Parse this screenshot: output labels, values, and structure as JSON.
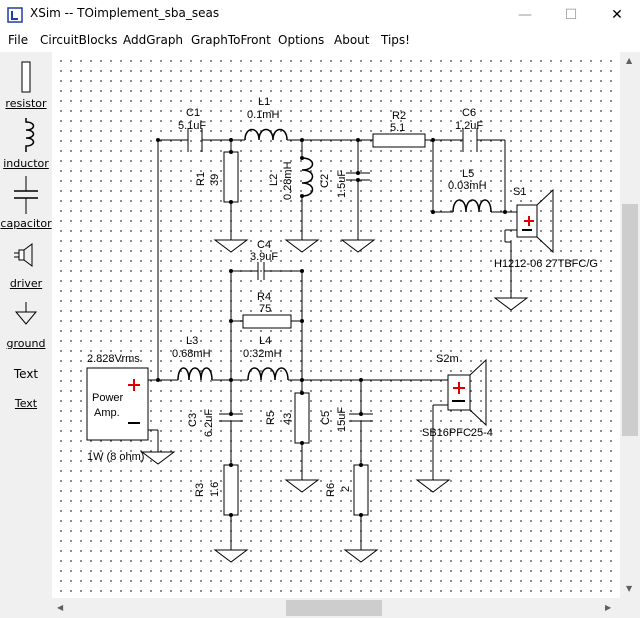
{
  "window": {
    "title": "XSim -- TOimplement_sba_seas",
    "minimize": "—",
    "maximize": "☐",
    "close": "✕"
  },
  "menu": [
    "File",
    "CircuitBlocks",
    "AddGraph",
    "GraphToFront",
    "Options",
    "About",
    "Tips!"
  ],
  "palette": {
    "resistor": "resistor",
    "inductor": "inductor",
    "capacitor": "capacitor",
    "driver": "driver",
    "ground": "ground",
    "text_plain": "Text",
    "text_link": "Text"
  },
  "components": {
    "c1": {
      "name": "C1",
      "value": "5.1uF"
    },
    "l1": {
      "name": "L1",
      "value": "0.1mH"
    },
    "r2": {
      "name": "R2",
      "value": "5.1"
    },
    "c6": {
      "name": "C6",
      "value": "1.2uF"
    },
    "r1": {
      "name": "R1",
      "value": "39"
    },
    "l2": {
      "name": "L2",
      "value": "0.28mH"
    },
    "c2": {
      "name": "C2",
      "value": "1.5uF"
    },
    "l5": {
      "name": "L5",
      "value": "0.03mH"
    },
    "s1": {
      "name": "S1",
      "model": "H1212-06 27TBFC/G"
    },
    "c4": {
      "name": "C4",
      "value": "3.9uF"
    },
    "r4": {
      "name": "R4",
      "value": "75"
    },
    "l3": {
      "name": "L3",
      "value": "0.68mH"
    },
    "l4": {
      "name": "L4",
      "value": "0.32mH"
    },
    "s2": {
      "name": "S2m",
      "model": "SB16PFC25-4"
    },
    "amp": {
      "voltage": "2.828Vrms",
      "label1": "Power",
      "label2": "Amp.",
      "power": "1W (8 ohm)",
      "plus": "+",
      "minus": "−"
    },
    "c3": {
      "name": "C3",
      "value": "6.2uF"
    },
    "r5": {
      "name": "R5",
      "value": "43"
    },
    "c5": {
      "name": "C5",
      "value": "15uF"
    },
    "r3": {
      "name": "R3",
      "value": "1.6"
    },
    "r6": {
      "name": "R6",
      "value": "2"
    }
  },
  "colors": {
    "plus_sign": "#e00000",
    "wire": "#000000",
    "grid_dot": "#6e6e6e"
  },
  "icons": {
    "app": "xsim-app-icon"
  }
}
